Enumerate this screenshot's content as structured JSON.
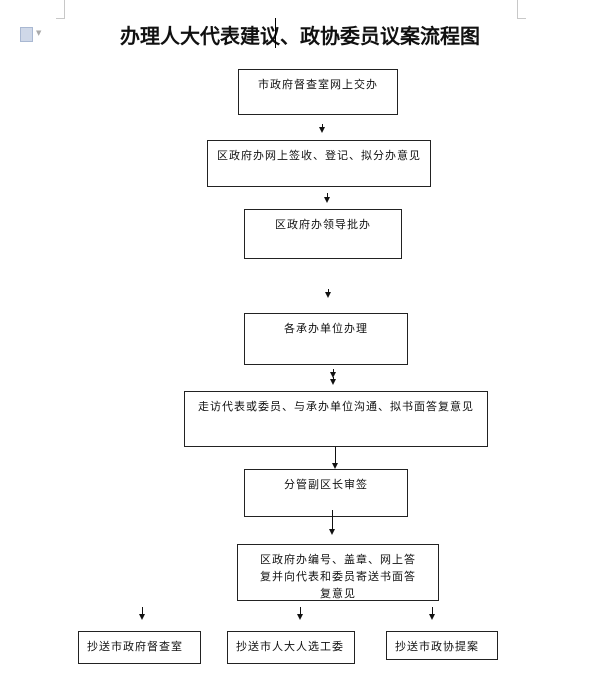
{
  "document": {
    "title": "办理人大代表建议、政协委员议案流程图"
  },
  "flowchart": {
    "steps": [
      "市政府督查室网上交办",
      "区政府办网上签收、登记、拟分办意见",
      "区政府办领导批办",
      "各承办单位办理",
      "走访代表或委员、与承办单位沟通、拟书面答复意见",
      "分管副区长审签",
      "区政府办编号、盖章、网上答复并向代表和委员寄送书面答复意见"
    ],
    "copies": [
      "抄送市政府督查室",
      "抄送市人大人选工委",
      "抄送市政协提案"
    ]
  }
}
